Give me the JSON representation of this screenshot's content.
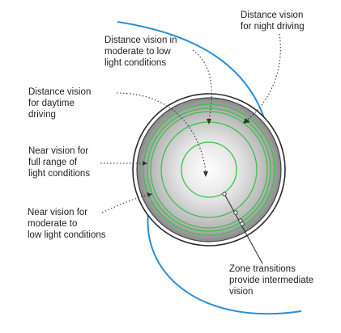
{
  "labels": {
    "night": "Distance vision\nfor night driving",
    "moderate_distance": "Distance vision in\nmoderate to low\nlight conditions",
    "daytime": "Distance vision\nfor daytime\ndriving",
    "near_full": "Near vision for\nfull range of\nlight conditions",
    "near_moderate": "Near vision for\nmoderate to\nlow light conditions",
    "zone_transitions": "Zone transitions\nprovide intermediate\nvision"
  },
  "colors": {
    "zone_ring": "#3fbf4f",
    "eyelid": "#2a8fd6",
    "lens_outline": "#2b2b2b",
    "text": "#222222"
  }
}
